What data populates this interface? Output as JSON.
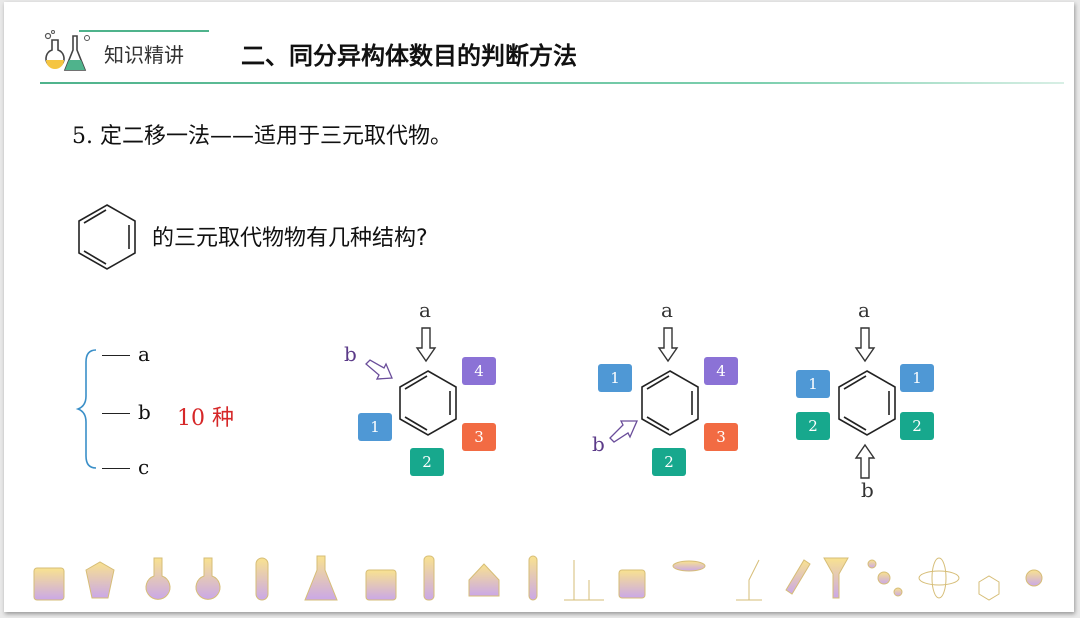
{
  "header": {
    "section_label": "知识精讲",
    "title": "二、同分异构体数目的判断方法"
  },
  "body": {
    "method_number": "5.",
    "method_text": "定二移一法——适用于三元取代物。",
    "question": "的三元取代物物有几种结构?",
    "substituent_labels": [
      "a",
      "b",
      "c"
    ],
    "answer_number": "10",
    "answer_unit": "种",
    "answer_color": "#d62728"
  },
  "diagrams": [
    {
      "a_label": "a",
      "b_label": "b",
      "boxes": [
        "4",
        "1",
        "3",
        "2"
      ]
    },
    {
      "a_label": "a",
      "b_label": "b",
      "boxes": [
        "1",
        "4",
        "3",
        "2"
      ]
    },
    {
      "a_label": "a",
      "b_label": "b",
      "boxes": [
        "1",
        "1",
        "2",
        "2"
      ]
    }
  ],
  "colors": {
    "box_1": "#4f98d5",
    "box_2": "#17a88d",
    "box_3": "#f26b43",
    "box_4": "#8b72d6",
    "accent_green": "#4fb38c"
  },
  "icons": [
    "lab-glassware-logo-icon",
    "benzene-ring-icon",
    "brace-icon",
    "down-arrow-icon",
    "diagonal-arrow-icon",
    "up-arrow-icon",
    "lab-equipment-ribbon"
  ]
}
